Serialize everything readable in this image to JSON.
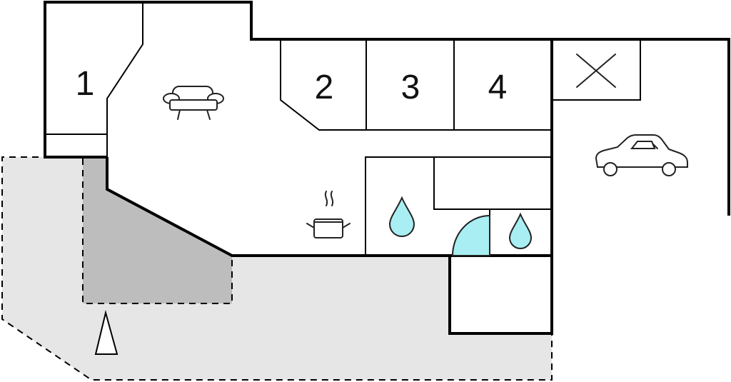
{
  "rooms": [
    {
      "id": "bedroom-1",
      "label": "1"
    },
    {
      "id": "bedroom-2",
      "label": "2"
    },
    {
      "id": "bedroom-3",
      "label": "3"
    },
    {
      "id": "bedroom-4",
      "label": "4"
    }
  ],
  "icons": {
    "living_room": "sofa-icon",
    "kitchen": "cooking-pot-icon",
    "bathroom_large": "water-drop-icon",
    "bathroom_small": "water-drop-icon",
    "shower": "shower-quarter-circle-icon",
    "parking": "car-icon",
    "north": "north-arrow-icon",
    "not_included": "cross-icon"
  },
  "colors": {
    "terrace": "#e6e6e6",
    "covered_terrace": "#bdbdbd",
    "water": "#a8eef2",
    "wall": "#000000",
    "background": "#ffffff"
  }
}
